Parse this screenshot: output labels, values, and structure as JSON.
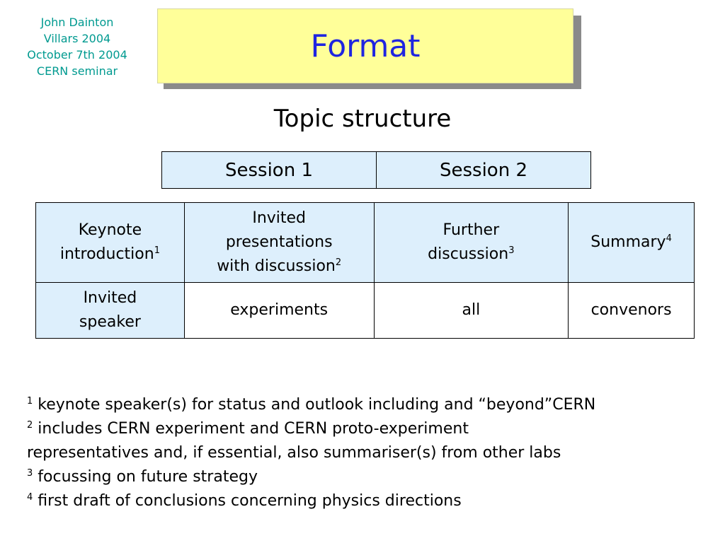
{
  "author": {
    "lines": [
      "John Dainton",
      "Villars 2004",
      "October 7th 2004",
      "CERN seminar"
    ],
    "color": "#009a90"
  },
  "title": {
    "text": "Format",
    "color": "#1f25e0",
    "background": "#ffff99"
  },
  "subtitle": "Topic structure",
  "sessions": [
    "Session 1",
    "Session 2"
  ],
  "structure": {
    "row1": [
      {
        "lines": [
          "Keynote",
          "introduction"
        ],
        "sup": "1"
      },
      {
        "lines": [
          "Invited",
          "presentations",
          "with discussion"
        ],
        "sup": "2"
      },
      {
        "lines": [
          "Further",
          "discussion"
        ],
        "sup": "3"
      },
      {
        "lines": [
          "Summary"
        ],
        "sup": "4"
      }
    ],
    "row2": [
      {
        "lines": [
          "Invited",
          "speaker"
        ]
      },
      {
        "lines": [
          "experiments"
        ]
      },
      {
        "lines": [
          "all"
        ]
      },
      {
        "lines": [
          "convenors"
        ]
      }
    ],
    "cell_color": "#ddeffc"
  },
  "footnotes": [
    {
      "num": "1",
      "text": " keynote speaker(s) for status and outlook including and “beyond”CERN"
    },
    {
      "num": "2",
      "text": " includes CERN experiment and CERN proto-experiment"
    },
    {
      "num": "",
      "text": "representatives and, if essential, also summariser(s) from other labs"
    },
    {
      "num": "3",
      "text": " focussing on future strategy"
    },
    {
      "num": "4",
      "text": " first draft of conclusions concerning physics directions"
    }
  ]
}
